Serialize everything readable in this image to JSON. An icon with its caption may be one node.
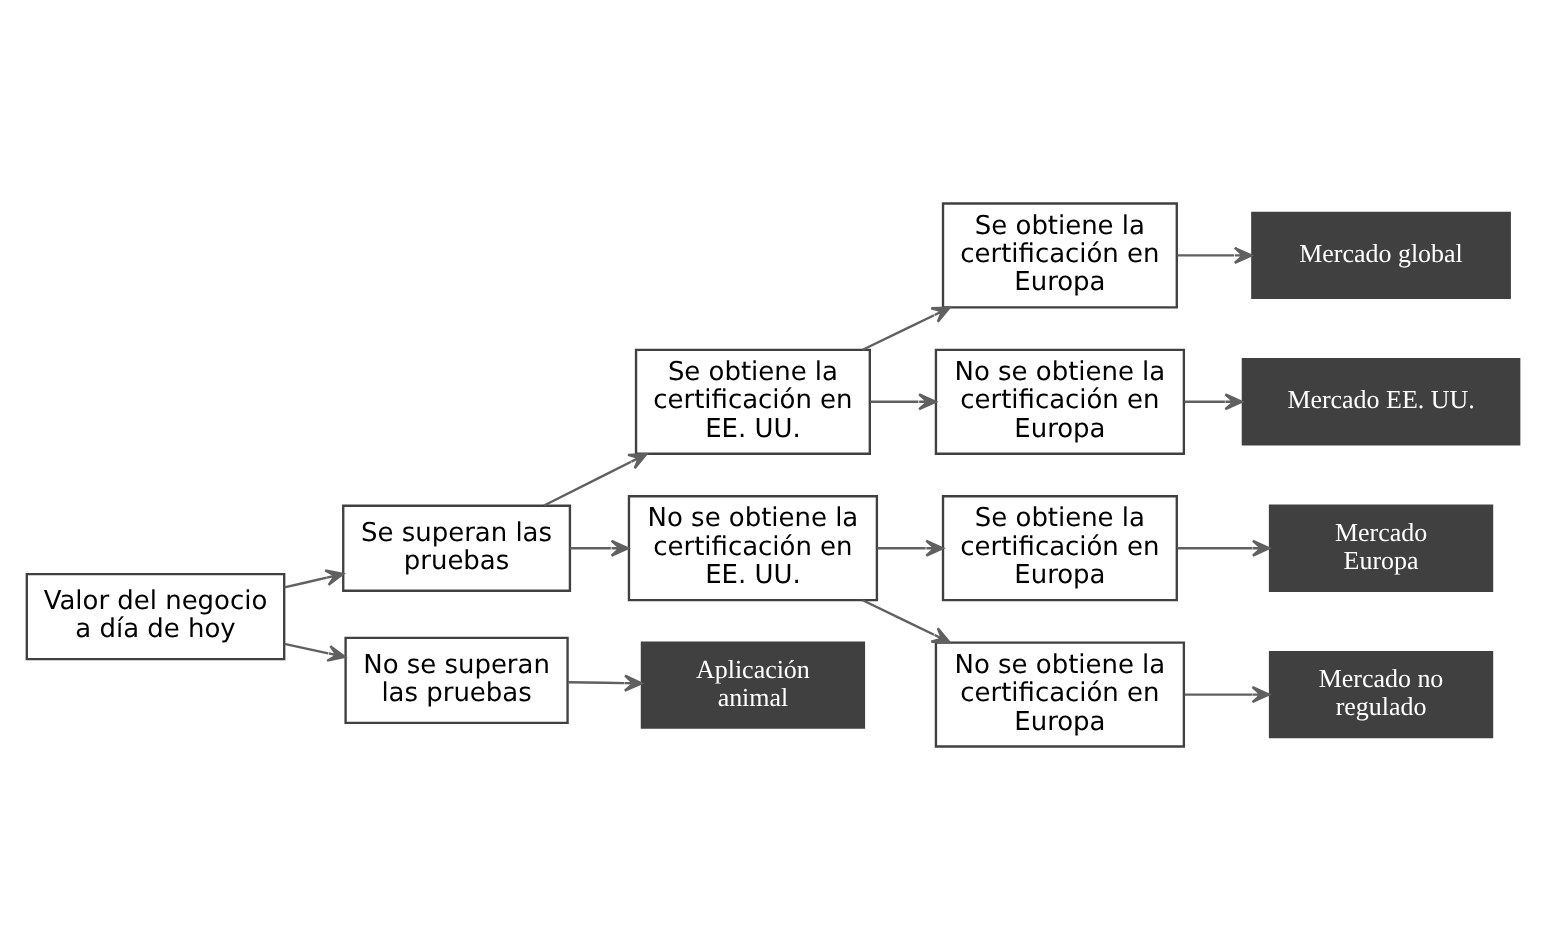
{
  "diagram": {
    "nodes": [
      {
        "text": [
          "Valor del negocio a día de hoy"
        ]
      },
      {
        "text": [
          "Se superan las pruebas"
        ]
      },
      {
        "text": [
          "No se superan las pruebas"
        ]
      },
      {
        "text": [
          "Se obtiene la certificación en EE. UU."
        ]
      },
      {
        "text": [
          "No se obtiene la certificación en EE. UU."
        ]
      },
      {
        "text": [
          "Se obtiene la certificación en Europa"
        ]
      },
      {
        "text": [
          "No se obtiene la certificación en Europa"
        ]
      },
      {
        "text": [
          "Se obtiene la certificación en Europa"
        ]
      },
      {
        "text": [
          "No se obtiene la certificación en Europa"
        ]
      },
      {
        "text": [
          "Mercado global"
        ]
      },
      {
        "text": [
          "Mercado EE. UU."
        ]
      },
      {
        "text": [
          "Mercado Europa"
        ]
      },
      {
        "text": [
          "Mercado no regulado"
        ]
      },
      {
        "text": [
          "Aplicación animal"
        ]
      }
    ],
    "edges": [
      {
        "from": 0,
        "to": 1,
        "arrow": "to"
      },
      {
        "from": 0,
        "to": 2,
        "arrow": "to"
      },
      {
        "from": 1,
        "to": 3,
        "arrow": "to"
      },
      {
        "from": 1,
        "to": 4,
        "arrow": "to"
      },
      {
        "from": 3,
        "to": 5,
        "arrow": "to"
      },
      {
        "from": 3,
        "to": 6,
        "arrow": "to"
      },
      {
        "from": 4,
        "to": 7,
        "arrow": "to"
      },
      {
        "from": 4,
        "to": 8,
        "arrow": "to"
      },
      {
        "from": 5,
        "to": 9,
        "arrow": "to"
      },
      {
        "from": 6,
        "to": 10,
        "arrow": "to"
      },
      {
        "from": 7,
        "to": 11,
        "arrow": "to"
      },
      {
        "from": 8,
        "to": 12,
        "arrow": "to"
      },
      {
        "from": 2,
        "to": 13,
        "arrow": "to"
      }
    ]
  }
}
